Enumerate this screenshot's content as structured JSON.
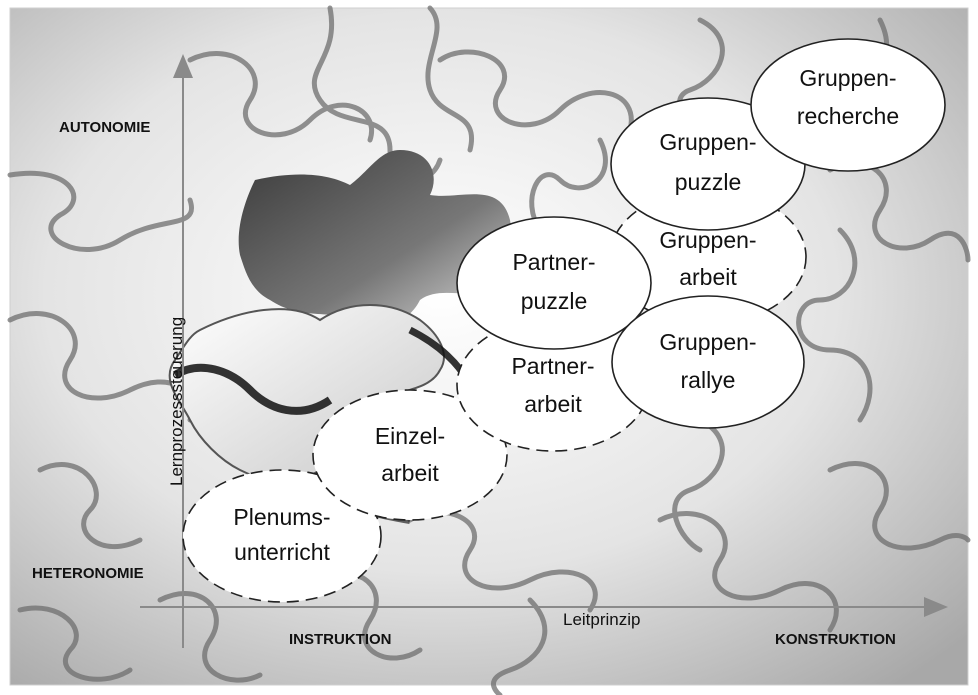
{
  "y_axis": {
    "title": "Lernprozesssteuerung",
    "top_label": "AUTONOMIE",
    "bottom_label": "HETERONOMIE"
  },
  "x_axis": {
    "title": "Leitprinzip",
    "left_label": "INSTRUKTION",
    "right_label": "KONSTRUKTION"
  },
  "methods": [
    {
      "id": "plenumsunterricht",
      "line1": "Plenums-",
      "line2": "unterricht",
      "border": "dashed"
    },
    {
      "id": "einzelarbeit",
      "line1": "Einzel-",
      "line2": "arbeit",
      "border": "dashed"
    },
    {
      "id": "partnerarbeit",
      "line1": "Partner-",
      "line2": "arbeit",
      "border": "dashed"
    },
    {
      "id": "partnerpuzzle",
      "line1": "Partner-",
      "line2": "puzzle",
      "border": "solid"
    },
    {
      "id": "gruppenarbeit",
      "line1": "Gruppen-",
      "line2": "arbeit",
      "border": "dashed"
    },
    {
      "id": "gruppenrallye",
      "line1": "Gruppen-",
      "line2": "rallye",
      "border": "solid"
    },
    {
      "id": "gruppenpuzzle",
      "line1": "Gruppen-",
      "line2": "puzzle",
      "border": "solid"
    },
    {
      "id": "gruppenrecherche",
      "line1": "Gruppen-",
      "line2": "recherche",
      "border": "solid"
    }
  ],
  "colors": {
    "background_light": "#f2f2f2",
    "background_dark": "#9a9a9a",
    "oval_fill": "#ffffff",
    "oval_stroke": "#222222",
    "axis": "#8a8a8a"
  }
}
